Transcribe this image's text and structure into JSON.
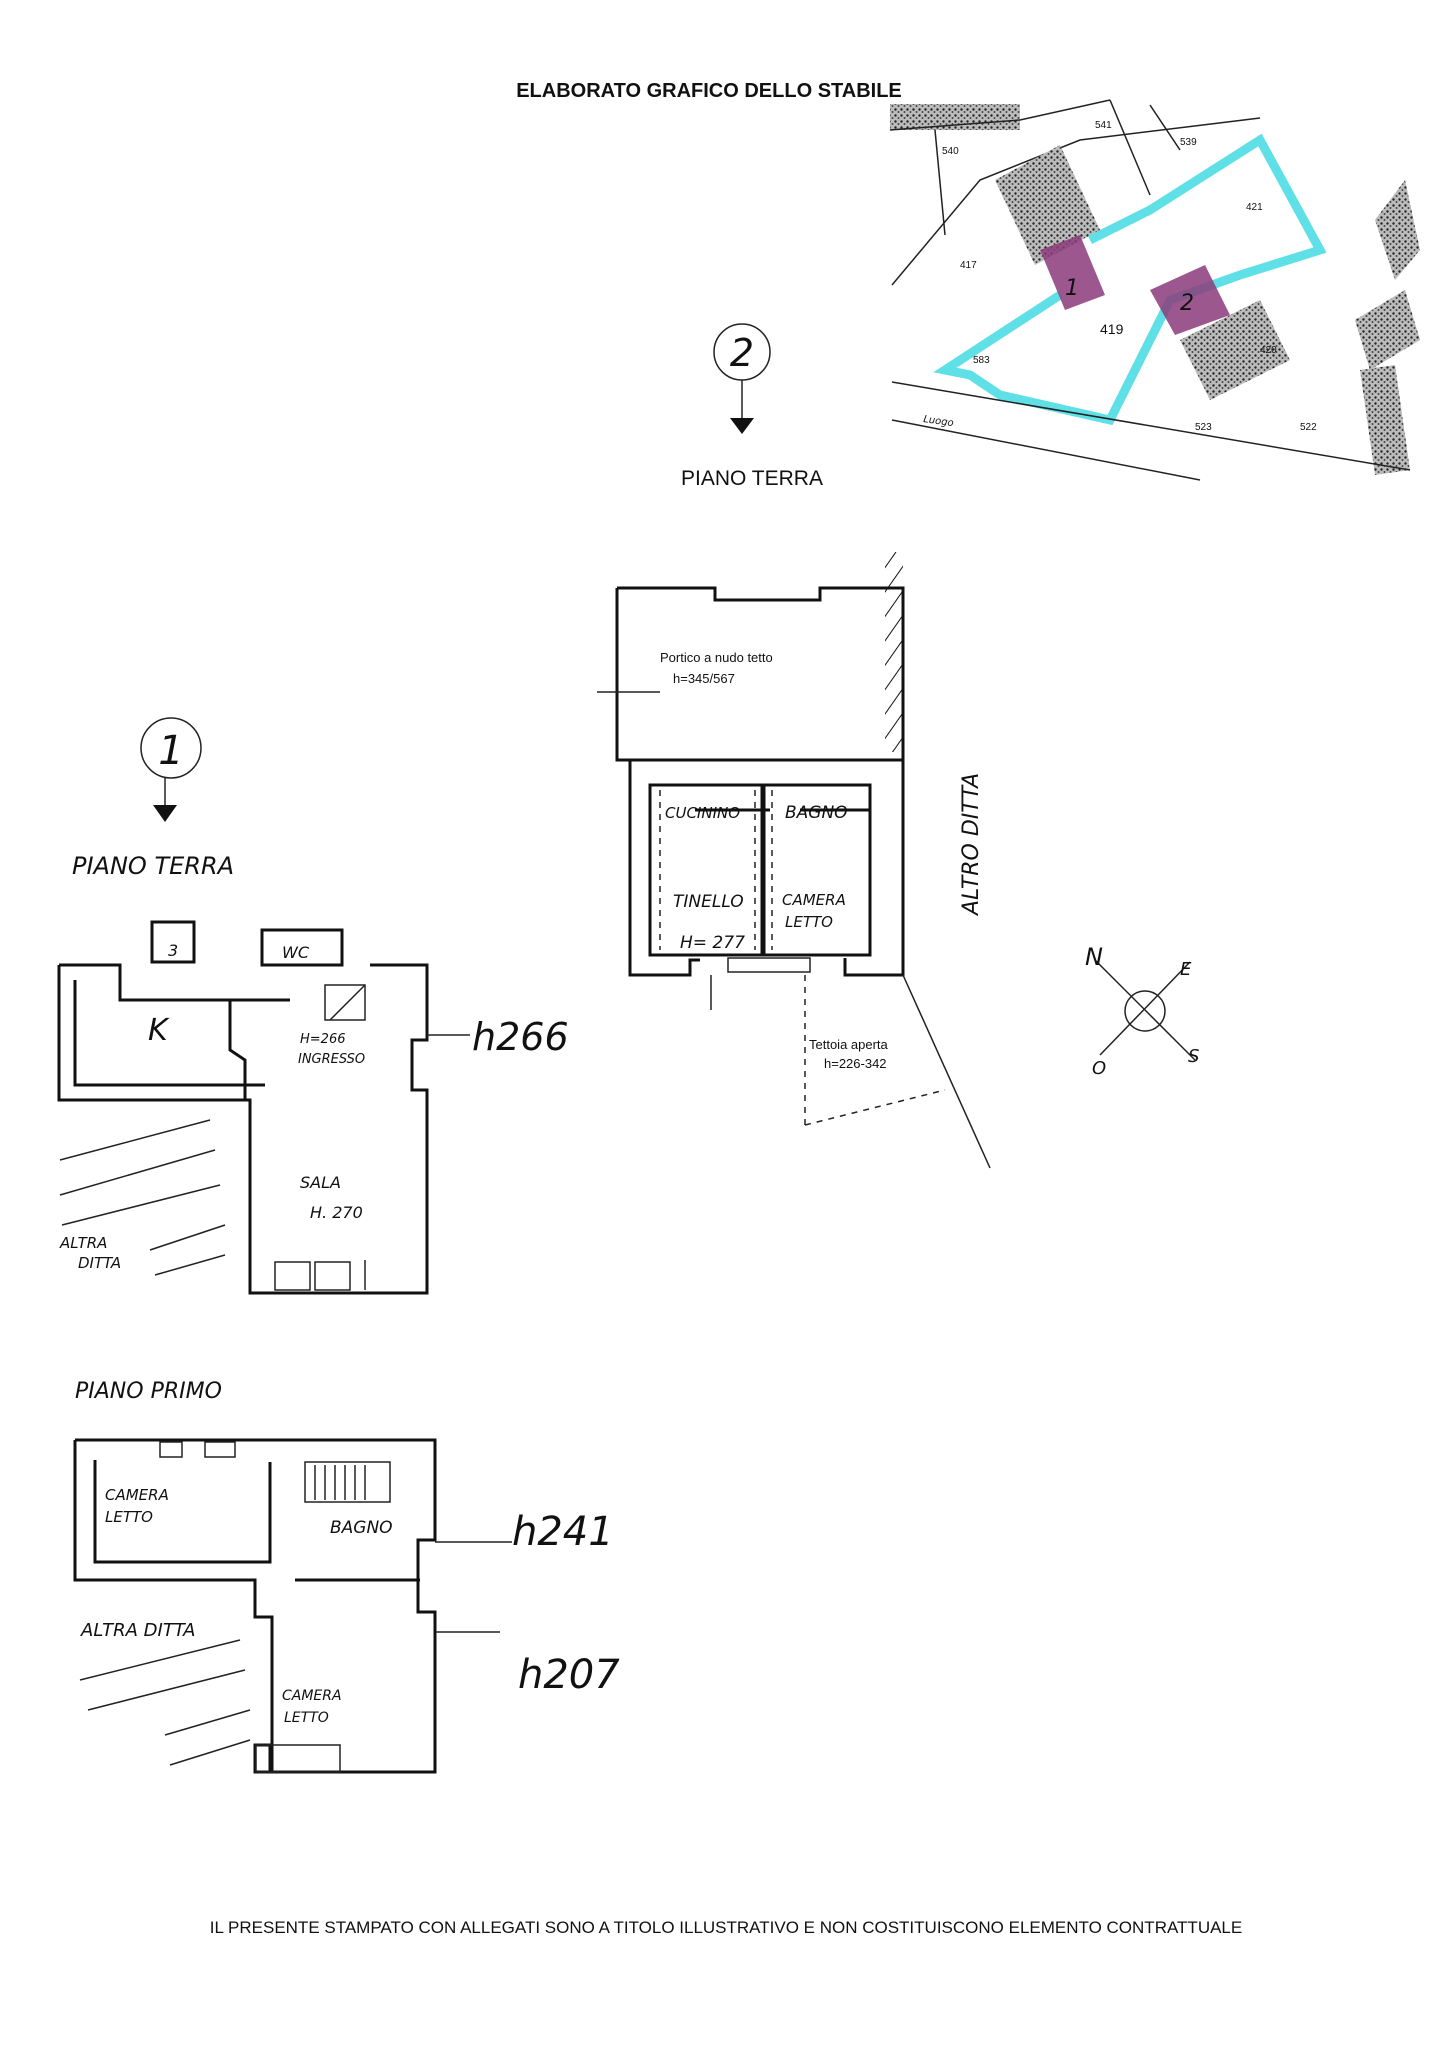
{
  "header": {
    "title": "ELABORATO GRAFICO DELLO STABILE"
  },
  "map": {
    "parcels": [
      "540",
      "541",
      "539",
      "421",
      "417",
      "419",
      "583",
      "420",
      "523",
      "522"
    ],
    "street": "Luogo",
    "building_1": "1",
    "building_2": "2",
    "colors": {
      "boundary": "#5fe0e6",
      "building": "#8b3b7a"
    }
  },
  "unit2": {
    "marker": "2",
    "floor": "PIANO TERRA",
    "portico": "Portico a nudo tetto",
    "portico_h": "h=345/567",
    "rooms": [
      "CUCININO",
      "BAGNO",
      "TINELLO",
      "CAMERA",
      "LETTO"
    ],
    "tinello_h": "H= 277",
    "tettoia": "Tettoia aperta",
    "tettoia_h": "h=226-342",
    "neighbor": "ALTRO DITTA"
  },
  "compass": {
    "n": "N",
    "e": "E",
    "s": "S",
    "o": "O"
  },
  "unit1": {
    "marker": "1",
    "floor": "PIANO TERRA",
    "rooms": {
      "wc": "WC",
      "k": "K",
      "ingresso_h": "H=266",
      "ingresso": "INGRESSO",
      "sala": "SALA",
      "sala_h": "H. 270",
      "store": "3"
    },
    "height_note": "h266",
    "neighbor_1": "ALTRA",
    "neighbor_2": "DITTA"
  },
  "unit1_first": {
    "floor": "PIANO PRIMO",
    "camera1": "CAMERA",
    "letto1": "LETTO",
    "bagno": "BAGNO",
    "camera2": "CAMERA",
    "letto2": "LETTO",
    "h1": "h241",
    "h2": "h207",
    "neighbor": "ALTRA DITTA"
  },
  "footer": {
    "disclaimer": "IL PRESENTE STAMPATO CON ALLEGATI SONO A TITOLO ILLUSTRATIVO E NON COSTITUISCONO ELEMENTO CONTRATTUALE"
  }
}
